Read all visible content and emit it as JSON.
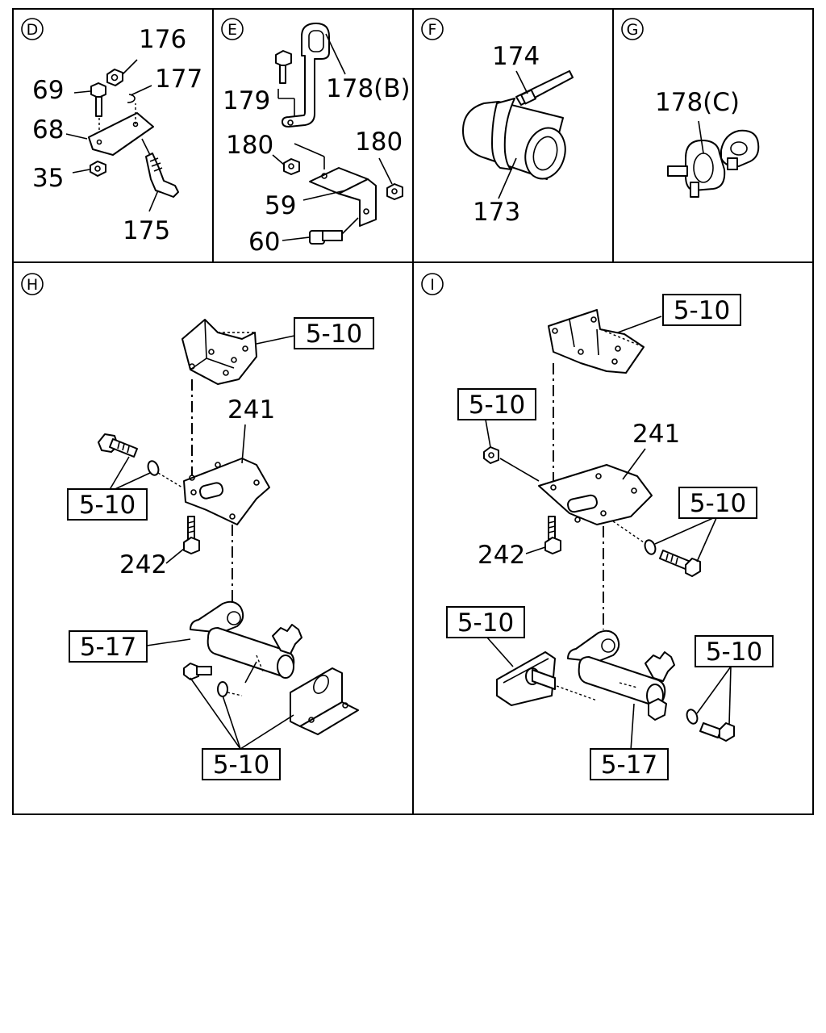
{
  "panels": {
    "D": {
      "letter": "D",
      "labels": {
        "p176": "176",
        "p177": "177",
        "p69": "69",
        "p68": "68",
        "p35": "35",
        "p175": "175"
      }
    },
    "E": {
      "letter": "E",
      "labels": {
        "p179": "179",
        "p178b": "178(B)",
        "p180a": "180",
        "p180b": "180",
        "p59": "59",
        "p60": "60"
      }
    },
    "F": {
      "letter": "F",
      "labels": {
        "p174": "174",
        "p173": "173"
      }
    },
    "G": {
      "letter": "G",
      "labels": {
        "p178c": "178(C)"
      }
    },
    "H": {
      "letter": "H",
      "labels": {
        "ref_top": "5-10",
        "p241": "241",
        "ref_bolt": "5-10",
        "p242": "242",
        "ref_17": "5-17",
        "ref_bottom": "5-10"
      }
    },
    "I": {
      "letter": "I",
      "labels": {
        "ref_top": "5-10",
        "ref_nut": "5-10",
        "p241": "241",
        "ref_bolt": "5-10",
        "p242": "242",
        "ref_left": "5-10",
        "ref_right": "5-10",
        "ref_17": "5-17"
      }
    }
  }
}
